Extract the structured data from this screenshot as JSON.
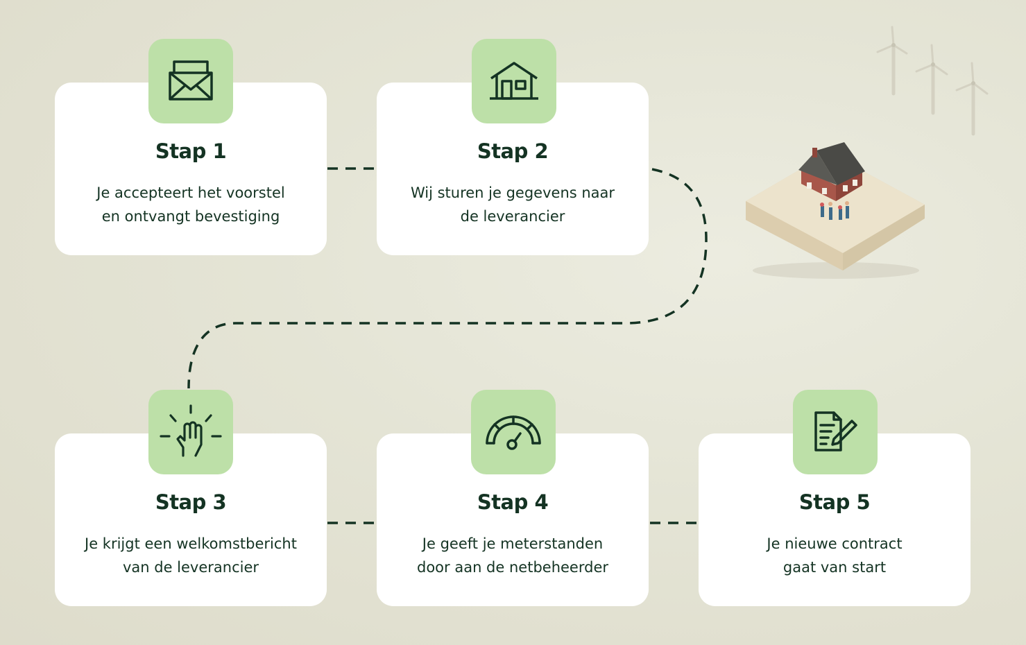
{
  "steps": [
    {
      "title": "Stap 1",
      "line1": "Je accepteert het voorstel",
      "line2": "en ontvangt bevestiging",
      "icon": "envelope-icon"
    },
    {
      "title": "Stap 2",
      "line1": "Wij sturen je gegevens naar",
      "line2": "de leverancier",
      "icon": "house-icon"
    },
    {
      "title": "Stap 3",
      "line1": "Je krijgt een welkomstbericht",
      "line2": "van de leverancier",
      "icon": "raised-hand-icon"
    },
    {
      "title": "Stap 4",
      "line1": "Je geeft je meterstanden",
      "line2": "door aan de netbeheerder",
      "icon": "meter-gauge-icon"
    },
    {
      "title": "Stap 5",
      "line1": "Je nieuwe contract",
      "line2": "gaat van start",
      "icon": "contract-signing-icon"
    }
  ],
  "colors": {
    "tile": "#bde0a8",
    "text": "#143323",
    "card": "#ffffff",
    "dash": "#143323"
  }
}
